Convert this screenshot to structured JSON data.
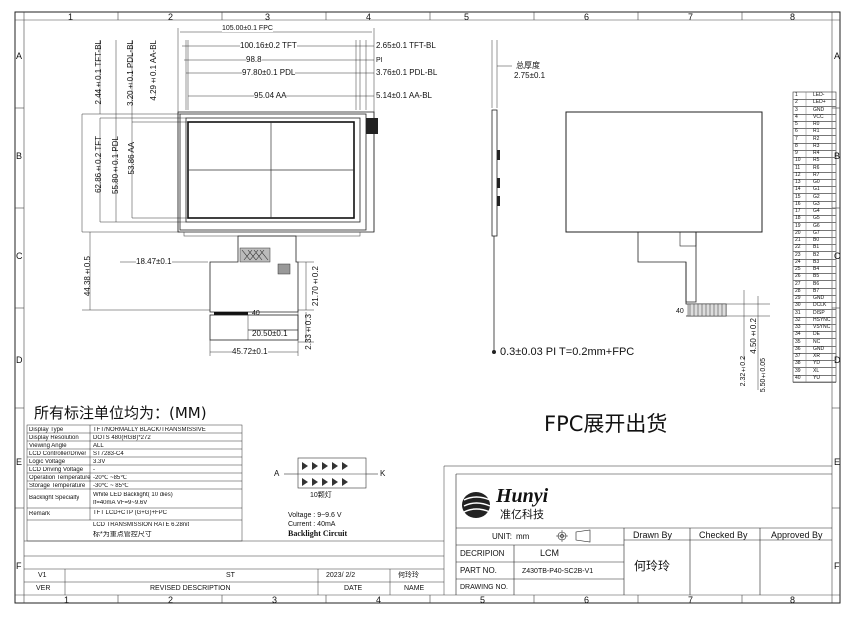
{
  "grid": {
    "columns": [
      "1",
      "2",
      "3",
      "4",
      "5",
      "6",
      "7",
      "8"
    ],
    "rows": [
      "A",
      "B",
      "C",
      "D",
      "E",
      "F"
    ]
  },
  "front_view": {
    "top_dims": [
      "105.00±0.1 FPC",
      "100.16±0.2 TFT",
      "98.8",
      "97.80±0.1 PDL",
      "95.04 AA"
    ],
    "right_dims": [
      "2.65±0.1 TFT-BL",
      "PI",
      "3.76±0.1 PDL-BL",
      "5.14±0.1 AA-BL"
    ],
    "left_dims": [
      "2.44±0.1 TFT-BL",
      "3.20±0.1 PDL-BL",
      "4.29±0.1 AA-BL",
      "62.86±0.2 TFT",
      "55.80±0.1 PDL",
      "53.86 AA"
    ],
    "fpc_dims": [
      "18.47±0.1",
      "44.38±0.5",
      "21.70±0.2",
      "20.50±0.1",
      "2.33±0.3",
      "45.72±0.1"
    ],
    "fpc_pin_marker": "40"
  },
  "side_view": {
    "label_cn": "总厚度",
    "thickness": "2.75±0.1",
    "fpc_note": "0.3±0.03 PI T=0.2mm+FPC"
  },
  "back_view": {
    "pin_marker": "40",
    "dims": [
      "4.50±0.2",
      "2.32±0.2",
      "5.50±0.05"
    ]
  },
  "pin_table": {
    "rows": [
      {
        "n": "1",
        "s": "LED-"
      },
      {
        "n": "2",
        "s": "LED+"
      },
      {
        "n": "3",
        "s": "GND"
      },
      {
        "n": "4",
        "s": "VCC"
      },
      {
        "n": "5",
        "s": "R0"
      },
      {
        "n": "6",
        "s": "R1"
      },
      {
        "n": "7",
        "s": "R2"
      },
      {
        "n": "8",
        "s": "R3"
      },
      {
        "n": "9",
        "s": "R4"
      },
      {
        "n": "10",
        "s": "R5"
      },
      {
        "n": "11",
        "s": "R6"
      },
      {
        "n": "12",
        "s": "R7"
      },
      {
        "n": "13",
        "s": "G0"
      },
      {
        "n": "14",
        "s": "G1"
      },
      {
        "n": "15",
        "s": "G2"
      },
      {
        "n": "16",
        "s": "G3"
      },
      {
        "n": "17",
        "s": "G4"
      },
      {
        "n": "18",
        "s": "G5"
      },
      {
        "n": "19",
        "s": "G6"
      },
      {
        "n": "20",
        "s": "G7"
      },
      {
        "n": "21",
        "s": "B0"
      },
      {
        "n": "22",
        "s": "B1"
      },
      {
        "n": "23",
        "s": "B2"
      },
      {
        "n": "24",
        "s": "B3"
      },
      {
        "n": "25",
        "s": "B4"
      },
      {
        "n": "26",
        "s": "B5"
      },
      {
        "n": "27",
        "s": "B6"
      },
      {
        "n": "28",
        "s": "B7"
      },
      {
        "n": "29",
        "s": "GND"
      },
      {
        "n": "30",
        "s": "DCLK"
      },
      {
        "n": "31",
        "s": "DISP"
      },
      {
        "n": "32",
        "s": "HSYNC"
      },
      {
        "n": "33",
        "s": "VSYNC"
      },
      {
        "n": "34",
        "s": "DE"
      },
      {
        "n": "35",
        "s": "NC"
      },
      {
        "n": "36",
        "s": "GND"
      },
      {
        "n": "37",
        "s": "XR"
      },
      {
        "n": "38",
        "s": "YD"
      },
      {
        "n": "39",
        "s": "XL"
      },
      {
        "n": "40",
        "s": "YU"
      }
    ]
  },
  "notes": {
    "unit_note_cn": "所有标注单位均为：(MM)",
    "fpc_shipping": "FPC展开出货"
  },
  "spec_table": [
    {
      "k": "Display Type",
      "v": "TFT/NORMALLY BLACK/TRANSMISSIVE"
    },
    {
      "k": "Display Resolution",
      "v": "DOTS 480(RGB)*272"
    },
    {
      "k": "Viewing Angle",
      "v": "ALL"
    },
    {
      "k": "LCD Controller/Driver",
      "v": "ST7283-C4"
    },
    {
      "k": "Logic Voltage",
      "v": "3.3V"
    },
    {
      "k": "LCD Driving Voltage",
      "v": "-"
    },
    {
      "k": "Operation Temperature",
      "v": "-20℃ ~85℃"
    },
    {
      "k": "Storage Temperature",
      "v": "-30℃ ~ 85℃"
    },
    {
      "k": "Backlight Specialty",
      "v": "White LED Backlight( 10 dies)"
    },
    {
      "k": "",
      "v": "If=40mA  VF=9~9.6V"
    },
    {
      "k": "Remark",
      "v": "TFT LCD+CTP (G+G)+FPC"
    },
    {
      "k": "",
      "v": "LCD TRANSMISSION RATE  6.28nit"
    },
    {
      "k": "",
      "v": "标*为重点管控尺寸"
    }
  ],
  "backlight": {
    "title": "Backlight Circuit",
    "anode": "A",
    "cathode": "K",
    "led_note": "10颗灯",
    "voltage": "Voltage : 9~9.6 V",
    "current": "Current : 40mA"
  },
  "revision": {
    "headers": [
      "VER",
      "REVISED DESCRIPTION",
      "DATE",
      "NAME"
    ],
    "row": [
      "V1",
      "ST",
      "2023/ 2/2",
      "何玲玲"
    ]
  },
  "title_block": {
    "company_en": "Hunyi",
    "company_cn": "准亿科技",
    "unit_label": "UNIT:",
    "unit_value": "mm",
    "description_label": "DECRIPION",
    "description_value": "LCM",
    "part_no_label": "PART NO.",
    "part_no_value": "Z430TB-P40-SC2B-V1",
    "drawn_label": "Drawn By",
    "drawn_name": "何玲玲",
    "checked_label": "Checked By",
    "approved_label": "Approved By",
    "drawing_no_label": "DRAWING NO."
  }
}
